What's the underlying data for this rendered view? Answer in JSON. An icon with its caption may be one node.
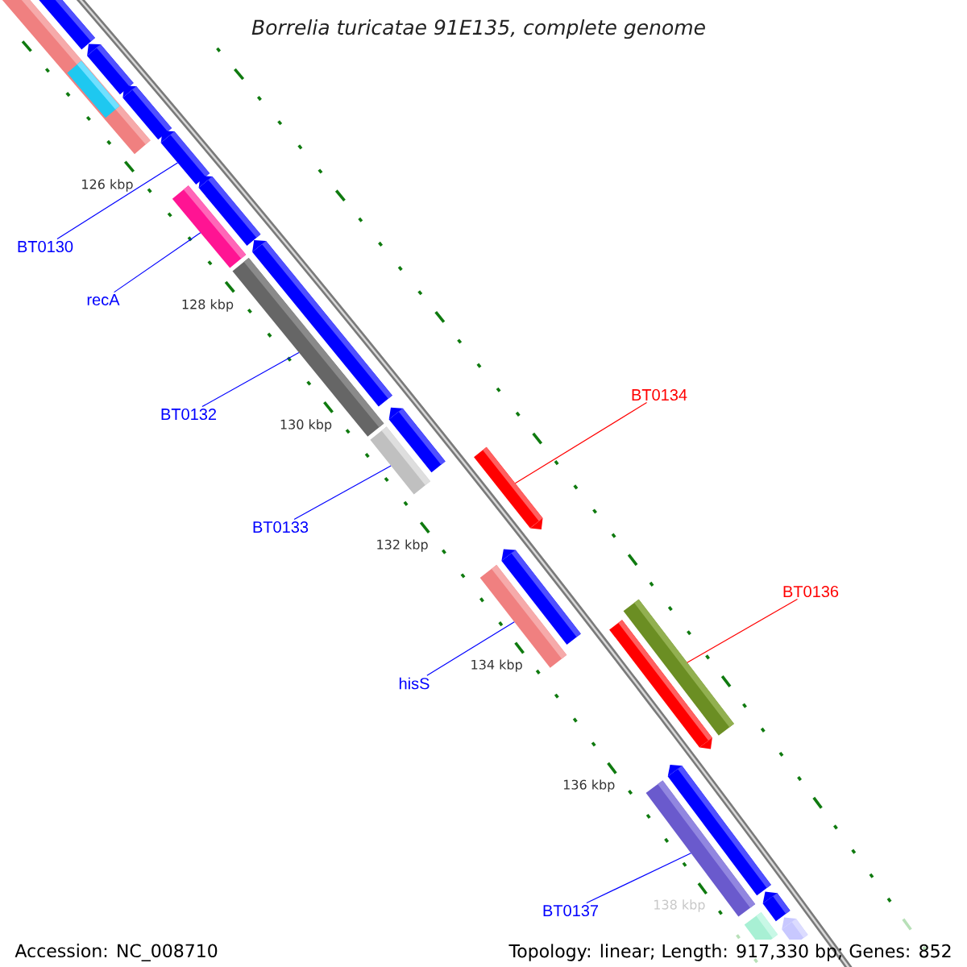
{
  "diagram": {
    "title": "Borrelia turicatae 91E135, complete genome",
    "nodes": [
      {
        "text": [
          "BT0130"
        ]
      },
      {
        "text": [
          "recA"
        ]
      },
      {
        "text": [
          "BT0132"
        ]
      },
      {
        "text": [
          "BT0133"
        ]
      },
      {
        "text": [
          "hisS"
        ]
      },
      {
        "text": [
          "BT0134"
        ]
      },
      {
        "text": [
          "BT0136"
        ]
      },
      {
        "text": [
          "BT0137"
        ]
      },
      {
        "text": [],
        "shape": "bar"
      },
      {
        "text": [],
        "shape": "bar"
      },
      {
        "text": [],
        "shape": "bar"
      },
      {
        "text": [],
        "shape": "bar",
        "in": 8
      },
      {
        "text": [],
        "shape": "bar"
      },
      {
        "text": [],
        "shape": "bar"
      },
      {
        "text": [],
        "shape": "bar"
      },
      {
        "text": [],
        "shape": "bar"
      },
      {
        "text": [],
        "shape": "bar"
      },
      {
        "text": [],
        "shape": "bar"
      },
      {
        "text": [],
        "shape": "bar"
      },
      {
        "text": [],
        "shape": "bar"
      },
      {
        "text": [],
        "shape": "bar"
      },
      {
        "text": [],
        "shape": "bar"
      },
      {
        "text": [],
        "shape": "bar"
      },
      {
        "text": [],
        "shape": "bar"
      },
      {
        "text": [],
        "shape": "bar"
      },
      {
        "text": [],
        "shape": "bar"
      },
      {
        "text": [],
        "shape": "bar"
      },
      {
        "text": [],
        "shape": "bar"
      },
      {
        "text": [],
        "shape": "bar"
      },
      {
        "text": [],
        "shape": "bar"
      }
    ],
    "edges": [
      {
        "from": 0,
        "to": 13,
        "arrow": "none"
      },
      {
        "from": 1,
        "to": 14,
        "arrow": "none"
      },
      {
        "from": 2,
        "to": 17,
        "arrow": "none"
      },
      {
        "from": 3,
        "to": 19,
        "arrow": "none"
      },
      {
        "from": 4,
        "to": 21,
        "arrow": "none"
      },
      {
        "from": 5,
        "to": 20,
        "arrow": "none",
        "color": "#ff0000"
      },
      {
        "from": 6,
        "to": 23,
        "arrow": "none",
        "color": "#ff0000"
      },
      {
        "from": 7,
        "to": 25,
        "arrow": "none"
      }
    ],
    "labels": [
      "126 kbp",
      "128 kbp",
      "130 kbp",
      "132 kbp",
      "134 kbp",
      "136 kbp",
      "138 kbp",
      "Accession: NC_008710",
      "Topology: linear; Length: 917,330 bp; Genes: 852"
    ]
  }
}
